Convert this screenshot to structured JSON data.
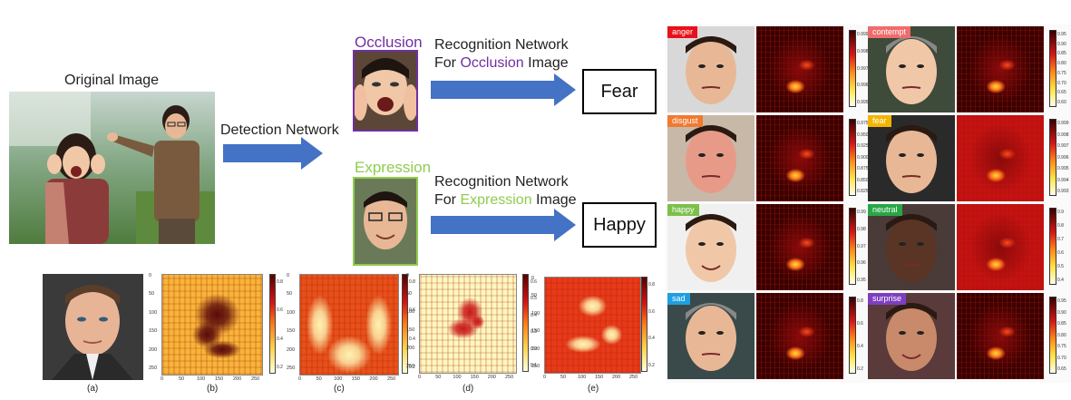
{
  "pipeline": {
    "original_label": "Original Image",
    "detection_label": "Detection Network",
    "occlusion_label": "Occlusion",
    "expression_label": "Expression",
    "recog_line1": "Recognition Network",
    "recog_occ_prefix": "For ",
    "recog_occ_highlight": "Occlusion",
    "recog_occ_suffix": " Image",
    "recog_exp_prefix": "For ",
    "recog_exp_highlight": "Expression",
    "recog_exp_suffix": " Image",
    "result_occ": "Fear",
    "result_exp": "Happy",
    "colors": {
      "occlusion": "#7030a0",
      "expression": "#8fcc4e",
      "arrow": "#4472c4"
    }
  },
  "heatmap_row": {
    "captions": [
      "(a)",
      "(b)",
      "(c)",
      "(d)",
      "(e)"
    ],
    "axis_ticks_y": [
      "0",
      "50",
      "100",
      "150",
      "200",
      "250"
    ],
    "axis_ticks_x": [
      "0",
      "50",
      "100",
      "150",
      "200",
      "250"
    ],
    "cbar_b": [
      "0.8",
      "0.6",
      "0.4",
      "0.2"
    ],
    "cbar_c": [
      "0.8",
      "0.6",
      "0.4",
      "0.2"
    ],
    "cbar_d": [
      "0.6",
      "0.5",
      "0.4",
      "0.3",
      "0.2",
      "0.1"
    ],
    "cbar_e": [
      "0.8",
      "0.6",
      "0.4",
      "0.2"
    ]
  },
  "emotion_grid": {
    "cells": [
      {
        "label": "anger",
        "color": "#e8101a",
        "ticks": [
          "0.999",
          "0.998",
          "0.997",
          "0.996",
          "0.995"
        ]
      },
      {
        "label": "contempt",
        "color": "#f06c6c",
        "ticks": [
          "0.95",
          "0.90",
          "0.85",
          "0.80",
          "0.75",
          "0.70",
          "0.65",
          "0.60"
        ]
      },
      {
        "label": "disgust",
        "color": "#f07a30",
        "ticks": [
          "0.975",
          "0.950",
          "0.925",
          "0.900",
          "0.875",
          "0.850",
          "0.825"
        ]
      },
      {
        "label": "fear",
        "color": "#f5b400",
        "ticks": [
          "0.999",
          "0.998",
          "0.997",
          "0.996",
          "0.995",
          "0.994",
          "0.993"
        ]
      },
      {
        "label": "happy",
        "color": "#7bc04a",
        "ticks": [
          "0.99",
          "0.98",
          "0.97",
          "0.96",
          "0.95"
        ]
      },
      {
        "label": "neutral",
        "color": "#28a745",
        "ticks": [
          "0.9",
          "0.8",
          "0.7",
          "0.6",
          "0.5",
          "0.4"
        ]
      },
      {
        "label": "sad",
        "color": "#1ea0e0",
        "ticks": [
          "0.8",
          "0.6",
          "0.4",
          "0.2"
        ]
      },
      {
        "label": "surprise",
        "color": "#7d3fbf",
        "ticks": [
          "0.95",
          "0.90",
          "0.85",
          "0.80",
          "0.75",
          "0.70",
          "0.65"
        ]
      }
    ]
  }
}
